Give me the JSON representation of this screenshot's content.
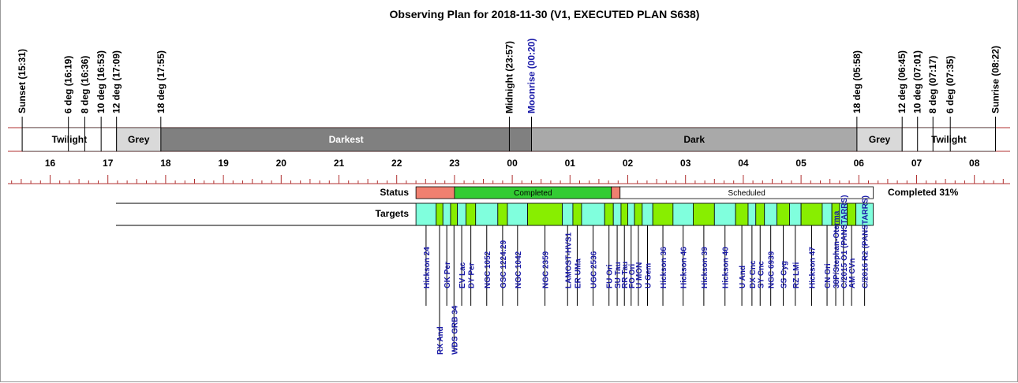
{
  "chart_data": {
    "type": "timeline",
    "title": "Observing Plan for 2018-11-30 (V1, EXECUTED PLAN S638)",
    "x_axis": {
      "unit": "hour",
      "range": [
        15.3,
        8.6
      ],
      "tick_labels": [
        "16",
        "17",
        "18",
        "19",
        "20",
        "21",
        "22",
        "23",
        "00",
        "01",
        "02",
        "03",
        "04",
        "05",
        "06",
        "07",
        "08"
      ]
    },
    "events": [
      {
        "label": "Sunset (15:31)",
        "time": "15:31",
        "color": "#000000"
      },
      {
        "label": "6 deg (16:19)",
        "time": "16:19",
        "color": "#000000"
      },
      {
        "label": "8 deg (16:36)",
        "time": "16:36",
        "color": "#000000"
      },
      {
        "label": "10 deg (16:53)",
        "time": "16:53",
        "color": "#000000"
      },
      {
        "label": "12 deg (17:09)",
        "time": "17:09",
        "color": "#000000"
      },
      {
        "label": "18 deg (17:55)",
        "time": "17:55",
        "color": "#000000"
      },
      {
        "label": "Midnight (23:57)",
        "time": "23:57",
        "color": "#000000"
      },
      {
        "label": "Moonrise (00:20)",
        "time": "00:20",
        "color": "#1a1aa8"
      },
      {
        "label": "18 deg (05:58)",
        "time": "05:58",
        "color": "#000000"
      },
      {
        "label": "12 deg (06:45)",
        "time": "06:45",
        "color": "#000000"
      },
      {
        "label": "10 deg (07:01)",
        "time": "07:01",
        "color": "#000000"
      },
      {
        "label": "8 deg (07:17)",
        "time": "07:17",
        "color": "#000000"
      },
      {
        "label": "6 deg (07:35)",
        "time": "07:35",
        "color": "#000000"
      },
      {
        "label": "Sunrise (08:22)",
        "time": "08:22",
        "color": "#000000"
      }
    ],
    "periods": [
      {
        "label": "Twilight",
        "start": "15:31",
        "end": "17:09",
        "color": "#ffffff",
        "text_color": "#000000"
      },
      {
        "label": "Grey",
        "start": "17:09",
        "end": "17:55",
        "color": "#d9d9d9",
        "text_color": "#000000"
      },
      {
        "label": "Darkest",
        "start": "17:55",
        "end": "00:20",
        "color": "#808080",
        "text_color": "#ffffff"
      },
      {
        "label": "Dark",
        "start": "00:20",
        "end": "05:58",
        "color": "#a9a9a9",
        "text_color": "#000000"
      },
      {
        "label": "Grey",
        "start": "05:58",
        "end": "06:45",
        "color": "#d9d9d9",
        "text_color": "#000000"
      },
      {
        "label": "Twilight",
        "start": "06:45",
        "end": "08:22",
        "color": "#ffffff",
        "text_color": "#000000"
      }
    ],
    "status": {
      "row_label": "Status",
      "summary": "Completed 31%",
      "segments": [
        {
          "label": "",
          "start": "22:20",
          "end": "23:00",
          "color": "#f08070"
        },
        {
          "label": "Completed",
          "start": "23:00",
          "end": "01:43",
          "color": "#33cc33"
        },
        {
          "label": "",
          "start": "01:43",
          "end": "01:52",
          "color": "#f08070"
        },
        {
          "label": "Scheduled",
          "start": "01:52",
          "end": "06:15",
          "color": "#ffffff"
        }
      ]
    },
    "targets": {
      "row_label": "Targets",
      "colors": [
        "#80ffdd",
        "#88ee00"
      ],
      "items": [
        {
          "name": "Hickson 24",
          "start": "22:20",
          "end": "22:41",
          "label_row": 0
        },
        {
          "name": "RX And",
          "start": "22:41",
          "end": "22:48",
          "label_row": 1
        },
        {
          "name": "GK Per",
          "start": "22:48",
          "end": "22:56",
          "label_row": 0
        },
        {
          "name": "WDS GRB 34",
          "start": "22:56",
          "end": "23:03",
          "label_row": 1
        },
        {
          "name": "EV Lac",
          "start": "23:03",
          "end": "23:12",
          "label_row": 0
        },
        {
          "name": "DY Per",
          "start": "23:12",
          "end": "23:22",
          "label_row": 0
        },
        {
          "name": "NGC 1052",
          "start": "23:22",
          "end": "23:45",
          "label_row": 0
        },
        {
          "name": "GSC 1224:29",
          "start": "23:45",
          "end": "23:55",
          "label_row": 0
        },
        {
          "name": "NGC 1042",
          "start": "23:55",
          "end": "00:16",
          "label_row": 0
        },
        {
          "name": "NGC 2359",
          "start": "00:16",
          "end": "00:52",
          "label_row": 0
        },
        {
          "name": "LAMOST-HVS1",
          "start": "00:52",
          "end": "01:03",
          "label_row": 0
        },
        {
          "name": "ER UMa",
          "start": "01:03",
          "end": "01:12",
          "label_row": 0
        },
        {
          "name": "UGC 2536",
          "start": "01:12",
          "end": "01:36",
          "label_row": 0
        },
        {
          "name": "FU Ori",
          "start": "01:36",
          "end": "01:45",
          "label_row": 0
        },
        {
          "name": "SU Tau",
          "start": "01:45",
          "end": "01:53",
          "label_row": 0
        },
        {
          "name": "RR Tau",
          "start": "01:53",
          "end": "02:00",
          "label_row": 0
        },
        {
          "name": "FO Ori",
          "start": "02:00",
          "end": "02:07",
          "label_row": 0
        },
        {
          "name": "U MON",
          "start": "02:07",
          "end": "02:15",
          "label_row": 0
        },
        {
          "name": "U Gem",
          "start": "02:15",
          "end": "02:26",
          "label_row": 0
        },
        {
          "name": "Hickson 36",
          "start": "02:26",
          "end": "02:47",
          "label_row": 0
        },
        {
          "name": "Hickson 46",
          "start": "02:47",
          "end": "03:08",
          "label_row": 0
        },
        {
          "name": "Hickson 39",
          "start": "03:08",
          "end": "03:30",
          "label_row": 0
        },
        {
          "name": "Hickson 40",
          "start": "03:30",
          "end": "03:52",
          "label_row": 0
        },
        {
          "name": "U And",
          "start": "03:52",
          "end": "04:05",
          "label_row": 0
        },
        {
          "name": "DX Cnc",
          "start": "04:05",
          "end": "04:13",
          "label_row": 0
        },
        {
          "name": "SY Cnc",
          "start": "04:13",
          "end": "04:22",
          "label_row": 0
        },
        {
          "name": "NGC 6939",
          "start": "04:22",
          "end": "04:35",
          "label_row": 0
        },
        {
          "name": "SS Cyg",
          "start": "04:35",
          "end": "04:48",
          "label_row": 0
        },
        {
          "name": "RZ LMi",
          "start": "04:48",
          "end": "05:00",
          "label_row": 0
        },
        {
          "name": "Hickson 47",
          "start": "05:00",
          "end": "05:22",
          "label_row": 0
        },
        {
          "name": "CN Ori",
          "start": "05:22",
          "end": "05:32",
          "label_row": 0
        },
        {
          "name": "38P/Stephan-Oterma",
          "start": "05:32",
          "end": "05:40",
          "label_row": 0
        },
        {
          "name": "C/2015 O1 (PANSTARRS)",
          "start": "05:40",
          "end": "05:48",
          "label_row": 0
        },
        {
          "name": "AM CVn",
          "start": "05:48",
          "end": "05:57",
          "label_row": 0
        },
        {
          "name": "C/2016 R2 (PANSTARRS)",
          "start": "05:57",
          "end": "06:15",
          "label_row": 0
        }
      ]
    },
    "colors": {
      "axis_line": "#b03030",
      "target_label": "#1a1aa8",
      "event_label": "#000000"
    }
  }
}
